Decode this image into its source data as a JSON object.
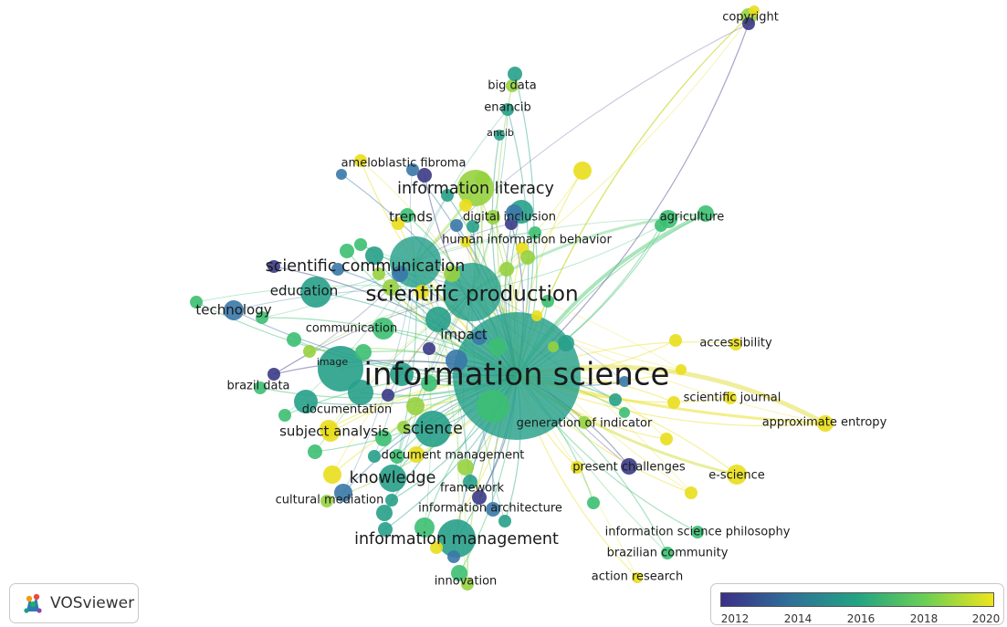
{
  "app": {
    "name": "VOSviewer",
    "logo_icon": "vosviewer-logo-icon"
  },
  "legend": {
    "ticks": [
      "2012",
      "2014",
      "2016",
      "2018",
      "2020"
    ],
    "gradient": [
      "#3b2f86",
      "#2f6f99",
      "#22a383",
      "#6ccf55",
      "#f0e51a"
    ]
  },
  "network": {
    "labels": [
      {
        "id": "copyright",
        "text": "copyright",
        "weight": "small"
      },
      {
        "id": "big-data",
        "text": "big data",
        "weight": "small"
      },
      {
        "id": "enancib",
        "text": "enancib",
        "weight": "small"
      },
      {
        "id": "ancib",
        "text": "ancib",
        "weight": "tiny"
      },
      {
        "id": "ameloblastic-fibroma",
        "text": "ameloblastic fibroma",
        "weight": "small"
      },
      {
        "id": "information-literacy",
        "text": "information literacy",
        "weight": "large"
      },
      {
        "id": "trends",
        "text": "trends",
        "weight": "medium"
      },
      {
        "id": "digital-inclusion",
        "text": "digital inclusion",
        "weight": "small"
      },
      {
        "id": "agriculture",
        "text": "agriculture",
        "weight": "small"
      },
      {
        "id": "human-information-behavior",
        "text": "human information behavior",
        "weight": "small"
      },
      {
        "id": "scientific-communication",
        "text": "scientific communication",
        "weight": "large"
      },
      {
        "id": "education",
        "text": "education",
        "weight": "medium"
      },
      {
        "id": "scientific-production",
        "text": "scientific production",
        "weight": "xlarge"
      },
      {
        "id": "technology",
        "text": "technology",
        "weight": "medium"
      },
      {
        "id": "communication",
        "text": "communication",
        "weight": "small"
      },
      {
        "id": "impact",
        "text": "impact",
        "weight": "medium"
      },
      {
        "id": "accessibility",
        "text": "accessibility",
        "weight": "small"
      },
      {
        "id": "image",
        "text": "image",
        "weight": "tiny"
      },
      {
        "id": "information-science",
        "text": "information science",
        "weight": "huge"
      },
      {
        "id": "brazil-data",
        "text": "brazil data",
        "weight": "small"
      },
      {
        "id": "scientific-journal",
        "text": "scientific journal",
        "weight": "small"
      },
      {
        "id": "documentation",
        "text": "documentation",
        "weight": "small"
      },
      {
        "id": "approximate-entropy",
        "text": "approximate entropy",
        "weight": "small"
      },
      {
        "id": "generation-of-indicator",
        "text": "generation of indicator",
        "weight": "small"
      },
      {
        "id": "subject-analysis",
        "text": "subject analysis",
        "weight": "medium"
      },
      {
        "id": "science",
        "text": "science",
        "weight": "large"
      },
      {
        "id": "document-management",
        "text": "document management",
        "weight": "small"
      },
      {
        "id": "present-challenges",
        "text": "present challenges",
        "weight": "small"
      },
      {
        "id": "e-science",
        "text": "e-science",
        "weight": "small"
      },
      {
        "id": "knowledge",
        "text": "knowledge",
        "weight": "large"
      },
      {
        "id": "framework",
        "text": "framework",
        "weight": "small"
      },
      {
        "id": "cultural-mediation",
        "text": "cultural mediation",
        "weight": "small"
      },
      {
        "id": "information-architecture",
        "text": "information architecture",
        "weight": "small"
      },
      {
        "id": "information-science-philosophy",
        "text": "information science philosophy",
        "weight": "small"
      },
      {
        "id": "brazilian-community",
        "text": "brazilian community",
        "weight": "small"
      },
      {
        "id": "information-management",
        "text": "information management",
        "weight": "large"
      },
      {
        "id": "action-research",
        "text": "action research",
        "weight": "small"
      },
      {
        "id": "innovation",
        "text": "innovation",
        "weight": "small"
      }
    ]
  }
}
